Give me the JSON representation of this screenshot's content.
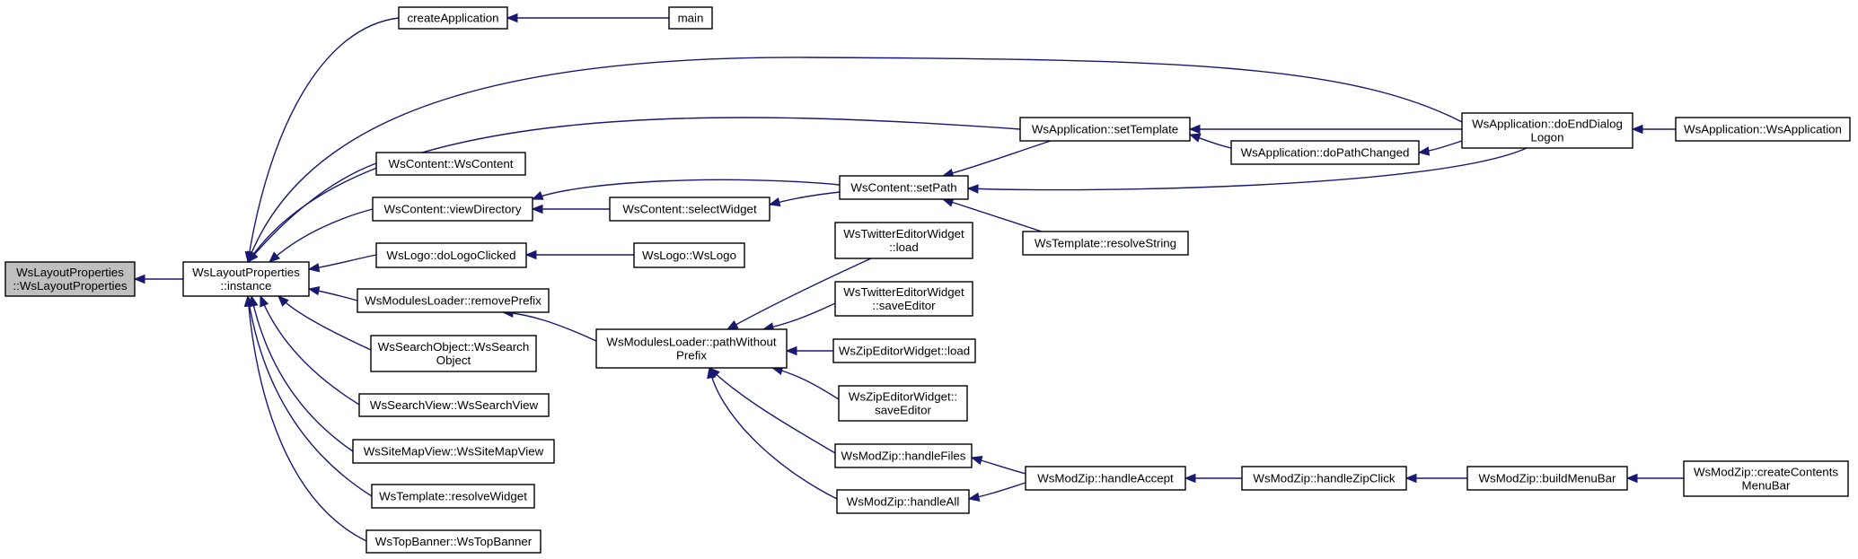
{
  "nodes": [
    {
      "id": "wslayout",
      "lines": [
        "WsLayoutProperties",
        "::WsLayoutProperties"
      ],
      "focus": true
    },
    {
      "id": "instance",
      "lines": [
        "WsLayoutProperties",
        "::instance"
      ]
    },
    {
      "id": "createApplication",
      "lines": [
        "createApplication"
      ]
    },
    {
      "id": "main",
      "lines": [
        "main"
      ]
    },
    {
      "id": "wscontent",
      "lines": [
        "WsContent::WsContent"
      ]
    },
    {
      "id": "viewDirectory",
      "lines": [
        "WsContent::viewDirectory"
      ]
    },
    {
      "id": "doLogoClicked",
      "lines": [
        "WsLogo::doLogoClicked"
      ]
    },
    {
      "id": "removePrefix",
      "lines": [
        "WsModulesLoader::removePrefix"
      ]
    },
    {
      "id": "searchObject",
      "lines": [
        "WsSearchObject::WsSearch",
        "Object"
      ]
    },
    {
      "id": "searchView",
      "lines": [
        "WsSearchView::WsSearchView"
      ]
    },
    {
      "id": "siteMapView",
      "lines": [
        "WsSiteMapView::WsSiteMapView"
      ]
    },
    {
      "id": "resolveWidget",
      "lines": [
        "WsTemplate::resolveWidget"
      ]
    },
    {
      "id": "topBanner",
      "lines": [
        "WsTopBanner::WsTopBanner"
      ]
    },
    {
      "id": "selectWidget",
      "lines": [
        "WsContent::selectWidget"
      ]
    },
    {
      "id": "wsLogo",
      "lines": [
        "WsLogo::WsLogo"
      ]
    },
    {
      "id": "pathWithout",
      "lines": [
        "WsModulesLoader::pathWithout",
        "Prefix"
      ]
    },
    {
      "id": "setTemplate",
      "lines": [
        "WsApplication::setTemplate"
      ]
    },
    {
      "id": "setPath",
      "lines": [
        "WsContent::setPath"
      ]
    },
    {
      "id": "resolveString",
      "lines": [
        "WsTemplate::resolveString"
      ]
    },
    {
      "id": "twitterLoad",
      "lines": [
        "WsTwitterEditorWidget",
        "::load"
      ]
    },
    {
      "id": "twitterSave",
      "lines": [
        "WsTwitterEditorWidget",
        "::saveEditor"
      ]
    },
    {
      "id": "zipLoad",
      "lines": [
        "WsZipEditorWidget::load"
      ]
    },
    {
      "id": "zipSave",
      "lines": [
        "WsZipEditorWidget::",
        "saveEditor"
      ]
    },
    {
      "id": "handleFiles",
      "lines": [
        "WsModZip::handleFiles"
      ]
    },
    {
      "id": "handleAll",
      "lines": [
        "WsModZip::handleAll"
      ]
    },
    {
      "id": "doPathChanged",
      "lines": [
        "WsApplication::doPathChanged"
      ]
    },
    {
      "id": "doEndDialog",
      "lines": [
        "WsApplication::doEndDialog",
        "Logon"
      ]
    },
    {
      "id": "wsApplication",
      "lines": [
        "WsApplication::WsApplication"
      ]
    },
    {
      "id": "handleAccept",
      "lines": [
        "WsModZip::handleAccept"
      ]
    },
    {
      "id": "handleZipClick",
      "lines": [
        "WsModZip::handleZipClick"
      ]
    },
    {
      "id": "buildMenuBar",
      "lines": [
        "WsModZip::buildMenuBar"
      ]
    },
    {
      "id": "createContents",
      "lines": [
        "WsModZip::createContents",
        "MenuBar"
      ]
    }
  ],
  "edges": [
    {
      "from": "instance",
      "to": "wslayout"
    },
    {
      "from": "createApplication",
      "to": "instance"
    },
    {
      "from": "doEndDialog",
      "to": "instance"
    },
    {
      "from": "setTemplate",
      "to": "instance"
    },
    {
      "from": "wscontent",
      "to": "instance"
    },
    {
      "from": "viewDirectory",
      "to": "instance"
    },
    {
      "from": "doLogoClicked",
      "to": "instance"
    },
    {
      "from": "removePrefix",
      "to": "instance"
    },
    {
      "from": "searchObject",
      "to": "instance"
    },
    {
      "from": "searchView",
      "to": "instance"
    },
    {
      "from": "siteMapView",
      "to": "instance"
    },
    {
      "from": "resolveWidget",
      "to": "instance"
    },
    {
      "from": "topBanner",
      "to": "instance"
    },
    {
      "from": "main",
      "to": "createApplication"
    },
    {
      "from": "setPath",
      "to": "viewDirectory"
    },
    {
      "from": "selectWidget",
      "to": "viewDirectory"
    },
    {
      "from": "setPath",
      "to": "selectWidget"
    },
    {
      "from": "wsLogo",
      "to": "doLogoClicked"
    },
    {
      "from": "pathWithout",
      "to": "removePrefix"
    },
    {
      "from": "doEndDialog",
      "to": "setTemplate"
    },
    {
      "from": "doPathChanged",
      "to": "setTemplate"
    },
    {
      "from": "setTemplate",
      "to": "setPath"
    },
    {
      "from": "doEndDialog",
      "to": "setPath"
    },
    {
      "from": "resolveString",
      "to": "setPath"
    },
    {
      "from": "doEndDialog",
      "to": "doPathChanged"
    },
    {
      "from": "wsApplication",
      "to": "doEndDialog"
    },
    {
      "from": "twitterLoad",
      "to": "pathWithout"
    },
    {
      "from": "twitterSave",
      "to": "pathWithout"
    },
    {
      "from": "zipLoad",
      "to": "pathWithout"
    },
    {
      "from": "zipSave",
      "to": "pathWithout"
    },
    {
      "from": "handleFiles",
      "to": "pathWithout"
    },
    {
      "from": "handleAll",
      "to": "pathWithout"
    },
    {
      "from": "handleAccept",
      "to": "handleFiles"
    },
    {
      "from": "handleAccept",
      "to": "handleAll"
    },
    {
      "from": "handleZipClick",
      "to": "handleAccept"
    },
    {
      "from": "buildMenuBar",
      "to": "handleZipClick"
    },
    {
      "from": "createContents",
      "to": "buildMenuBar"
    }
  ]
}
